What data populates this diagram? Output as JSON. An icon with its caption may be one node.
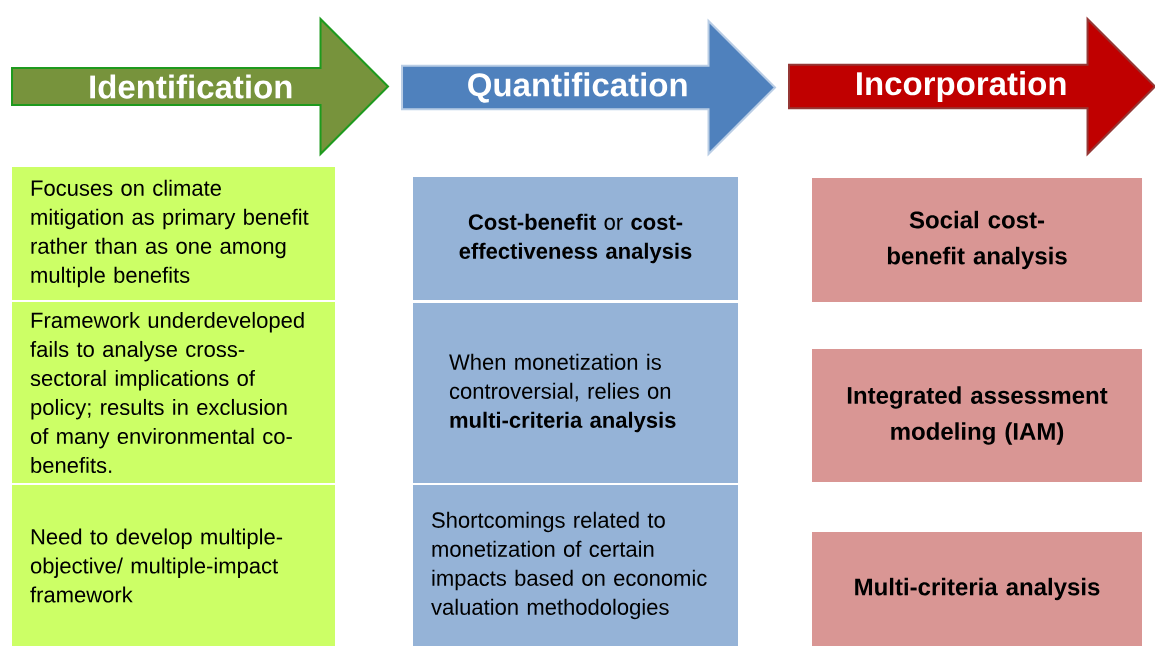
{
  "diagram": {
    "nodes": [
      {
        "text": [
          "Identification"
        ]
      },
      {
        "text": [
          "Quantification"
        ]
      },
      {
        "text": [
          "Incorporation"
        ]
      },
      {
        "text": [
          "Focuses on climate mitigation as primary benefit rather than as one among multiple benefits"
        ]
      },
      {
        "text": [
          "Framework underdeveloped fails to analyse cross-sectoral implications of policy; results in exclusion of many environmental co-benefits."
        ]
      },
      {
        "text": [
          "Need to develop multiple-objective/ multiple-impact framework"
        ]
      },
      {
        "text": [
          "**Cost-benefit** or **cost-effectiveness analysis**"
        ]
      },
      {
        "text": [
          "When monetization is controversial, relies on **multi-criteria analysis**"
        ]
      },
      {
        "text": [
          "Shortcomings related to monetization of certain impacts based on economic valuation methodologies"
        ]
      },
      {
        "text": [
          "Social cost-benefit analysis"
        ]
      },
      {
        "text": [
          "Integrated assessment modeling (IAM)"
        ]
      },
      {
        "text": [
          "Multi-criteria analysis"
        ]
      }
    ]
  }
}
